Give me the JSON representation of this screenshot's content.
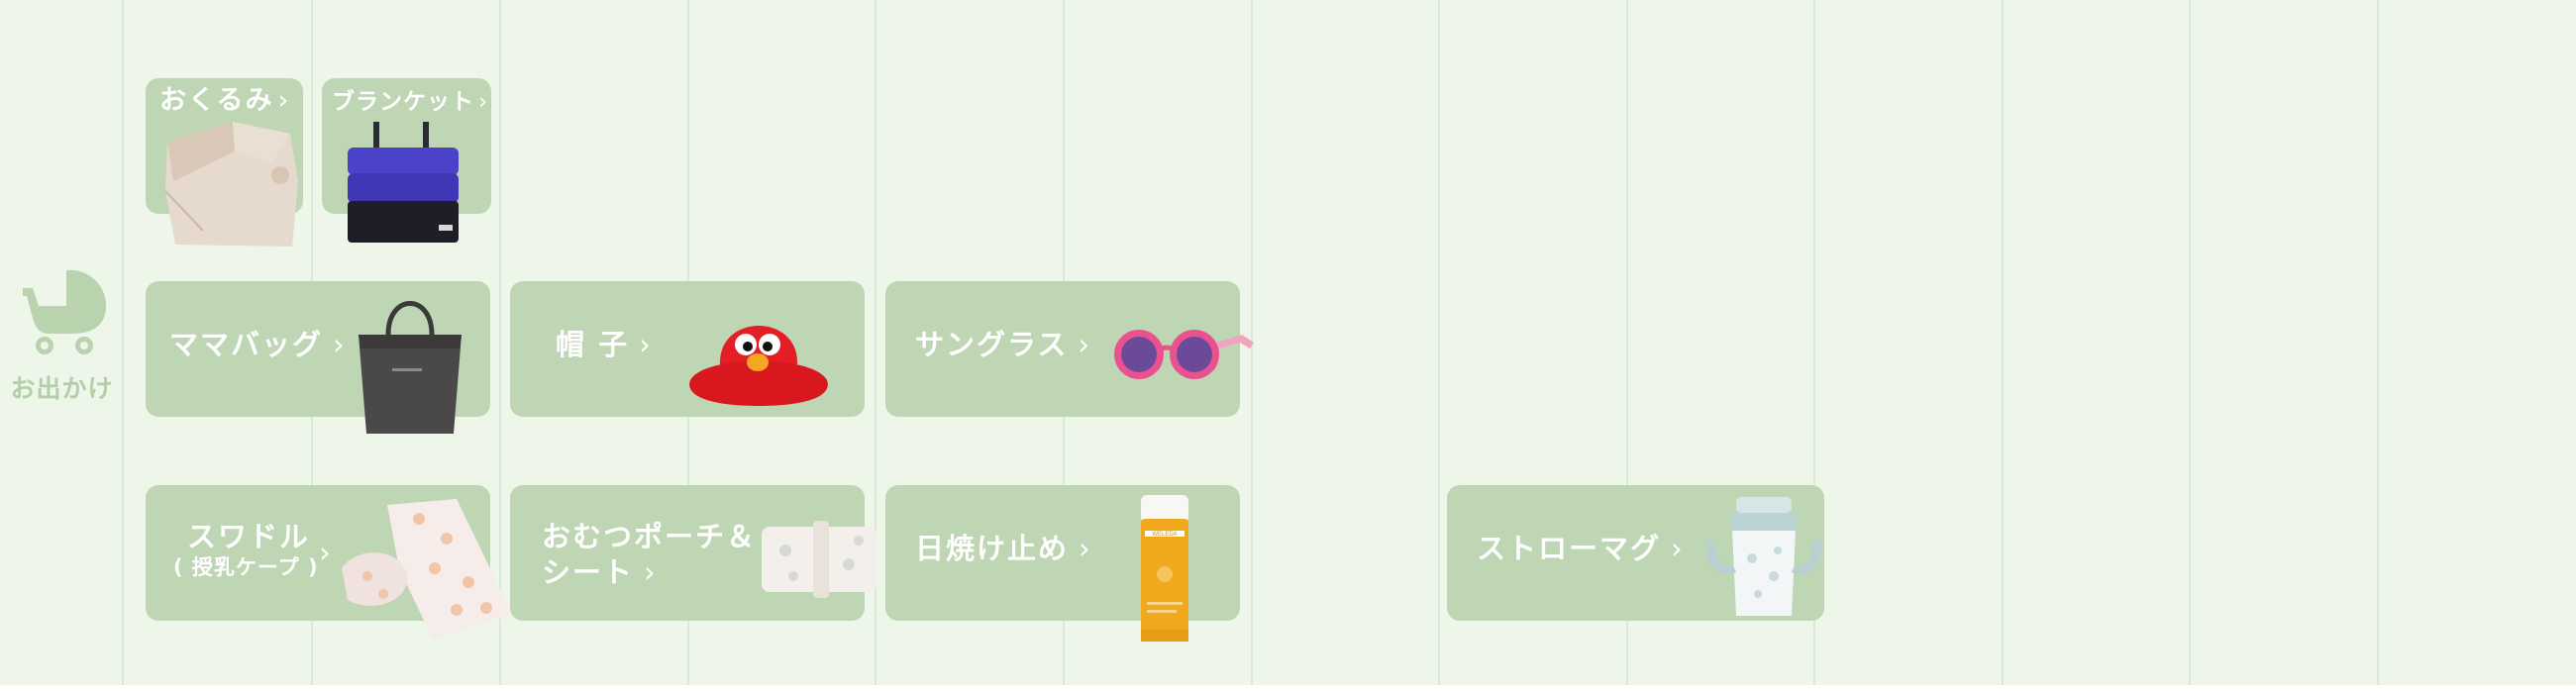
{
  "category": {
    "label": "お出かけ",
    "icon": "stroller-icon"
  },
  "colors": {
    "background": "#eef6ea",
    "tile": "#bfd6b5",
    "tile_text": "#ffffff",
    "category_text": "#b2cfa8",
    "grid_line": "#dde9d7"
  },
  "tiles": {
    "okurumi": {
      "label": "おくるみ",
      "chevron": "›"
    },
    "blanket": {
      "label": "ブランケット",
      "chevron": "›"
    },
    "mamabag": {
      "label": "ママバッグ",
      "chevron": "›"
    },
    "boushi": {
      "label": "帽 子",
      "chevron": "›"
    },
    "sunglass": {
      "label": "サングラス",
      "chevron": "›"
    },
    "swaddle": {
      "label": "スワドル",
      "sub": "( 授乳ケープ )",
      "chevron": "›"
    },
    "omutsu": {
      "line1": "おむつポーチ＆",
      "line2": "シート",
      "chevron": "›"
    },
    "hiyake": {
      "label": "日焼け止め",
      "chevron": "›",
      "product_brand": "WELEDA"
    },
    "straw": {
      "label": "ストローマグ",
      "chevron": "›"
    }
  }
}
